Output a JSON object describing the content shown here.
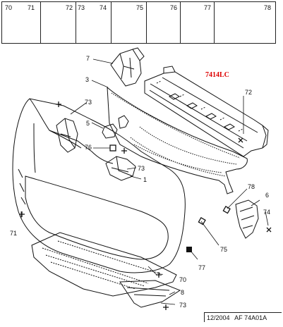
{
  "header_cells": [
    {
      "labels": [
        "70",
        "71"
      ]
    },
    {
      "labels": [
        "72"
      ]
    },
    {
      "labels": [
        "73",
        "74"
      ]
    },
    {
      "labels": [
        "75"
      ]
    },
    {
      "labels": [
        "76"
      ]
    },
    {
      "labels": [
        "77"
      ]
    },
    {
      "labels": [
        "78"
      ]
    }
  ],
  "reference": "7414LC",
  "callouts": {
    "c7": "7",
    "c3": "3",
    "c72": "72",
    "c73a": "73",
    "c5": "5",
    "c76": "76",
    "c73b": "73",
    "c1": "1",
    "c71": "71",
    "c78": "78",
    "c6": "6",
    "c74": "74",
    "c75": "75",
    "c77": "77",
    "c70": "70",
    "c8": "8",
    "c73c": "73"
  },
  "footer": {
    "date": "12/2004",
    "code": "AF 74A01A"
  }
}
